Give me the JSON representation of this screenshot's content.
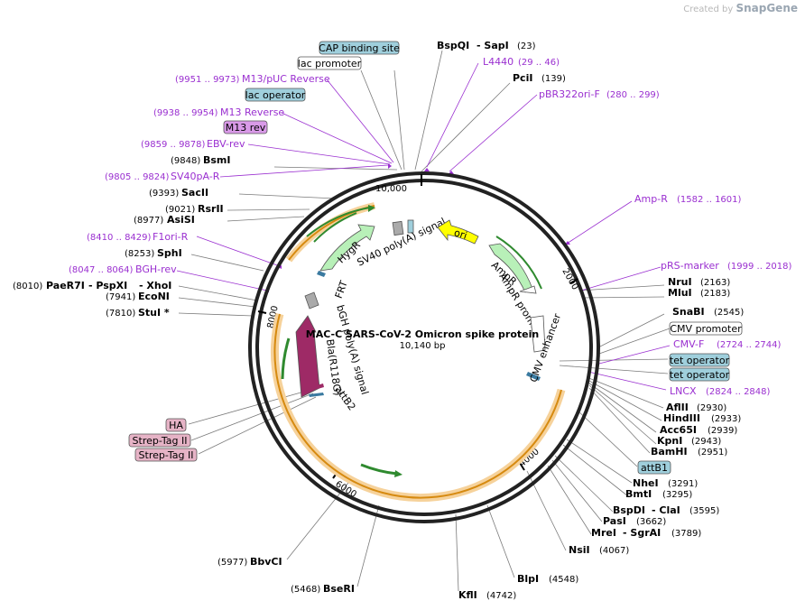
{
  "watermark": {
    "prefix": "Created by",
    "brand": "SnapGene"
  },
  "plasmid": {
    "name": "MAC-C SARS-CoV-2 Omicron spike protein",
    "length": "10,140 bp"
  },
  "colors": {
    "backbone": "#222222",
    "enzyme_line": "#7a7a7a",
    "primer": "#9a2fd0",
    "feature_blue": "#9fcfdc",
    "feature_pink": "#e6b3c6",
    "feature_purple": "#d99ae8",
    "arrow_green": "#b8f0b8",
    "ori_yellow": "#ffff00",
    "bla_maroon": "#9e2a66",
    "orf_orange": "#f3a020"
  },
  "ticks": [
    "10,000",
    "2000",
    "4000",
    "6000",
    "8000"
  ],
  "top_labels": {
    "cap": "CAP binding site",
    "lac_promoter": "lac promoter",
    "m13puc": "M13/pUC Reverse",
    "m13puc_pos": "(9951 .. 9973)",
    "lac_operator": "lac operator",
    "m13rev_primer": "M13 Reverse",
    "m13rev_primer_pos": "(9938 .. 9954)",
    "m13rev": "M13 rev",
    "ebv": "EBV-rev",
    "ebv_pos": "(9859 .. 9878)",
    "bsmi": "BsmI",
    "bsmi_pos": "(9848)",
    "sv40pa": "SV40pA-R",
    "sv40pa_pos": "(9805 .. 9824)",
    "sacii": "SacII",
    "sacii_pos": "(9393)",
    "rsrii": "RsrII",
    "rsrii_pos": "(9021)",
    "asisi": "AsiSI",
    "asisi_pos": "(8977)",
    "f1ori": "F1ori-R",
    "f1ori_pos": "(8410 .. 8429)",
    "sphi": "SphI",
    "sphi_pos": "(8253)",
    "bgh": "BGH-rev",
    "bgh_pos": "(8047 .. 8064)",
    "paer7i_pos": "(8010)",
    "paer7i": "PaeR7I",
    "pspxi": "- PspXI",
    "xhoi": "- XhoI",
    "econi_pos": "(7941)",
    "econi": "EcoNI",
    "stui_pos": "(7810)",
    "stui": "StuI *",
    "ha": "HA",
    "strep1": "Strep-Tag II",
    "strep2": "Strep-Tag II",
    "bbvci_pos": "(5977)",
    "bbvci": "BbvCI",
    "bseri_pos": "(5468)",
    "bseri": "BseRI",
    "bspqi": "BspQI",
    "sapi": "- SapI",
    "bspqi_pos": "(23)",
    "l4440": "L4440",
    "l4440_pos": "(29 .. 46)",
    "pcii": "PciI",
    "pcii_pos": "(139)",
    "pbr": "pBR322ori-F",
    "pbr_pos": "(280 .. 299)",
    "ampr_primer": "Amp-R",
    "ampr_primer_pos": "(1582 .. 1601)",
    "prs": "pRS-marker",
    "prs_pos": "(1999 .. 2018)",
    "nrui": "NruI",
    "nrui_pos": "(2163)",
    "mlui": "MluI",
    "mlui_pos": "(2183)",
    "snabi": "SnaBI",
    "snabi_pos": "(2545)",
    "cmv_promoter": "CMV promoter",
    "cmvf": "CMV-F",
    "cmvf_pos": "(2724 .. 2744)",
    "tet1": "tet operator",
    "tet2": "tet operator",
    "lncx": "LNCX",
    "lncx_pos": "(2824 .. 2848)",
    "aflii": "AflII",
    "aflii_pos": "(2930)",
    "hindiii": "HindIII",
    "hindiii_pos": "(2933)",
    "acc65i": "Acc65I",
    "acc65i_pos": "(2939)",
    "kpni": "KpnI",
    "kpni_pos": "(2943)",
    "bamhi": "BamHI",
    "bamhi_pos": "(2951)",
    "attb1": "attB1",
    "nhei": "NheI",
    "nhei_pos": "(3291)",
    "bmti": "BmtI",
    "bmti_pos": "(3295)",
    "bspdi": "BspDI",
    "clai": "- ClaI",
    "bspdi_pos": "(3595)",
    "pasi": "PasI",
    "pasi_pos": "(3662)",
    "mrei": "MreI",
    "sgrai": "- SgrAI",
    "mrei_pos": "(3789)",
    "nsii": "NsiI",
    "nsii_pos": "(4067)",
    "blpi": "BlpI",
    "blpi_pos": "(4548)",
    "kfli": "KflI",
    "kfli_pos": "(4742)"
  },
  "inner_labels": {
    "hygr": "HygR",
    "frt": "FRT",
    "sv40polya": "SV40 poly(A) signal",
    "ori": "ori",
    "ampr": "AmpR",
    "ampr_promoter": "AmpR promoter",
    "cmv_enhancer": "CMV enhancer",
    "bgh_polya": "bGH poly(A) signal",
    "bla": "Bla(R118G)",
    "attb2": "attB2"
  }
}
